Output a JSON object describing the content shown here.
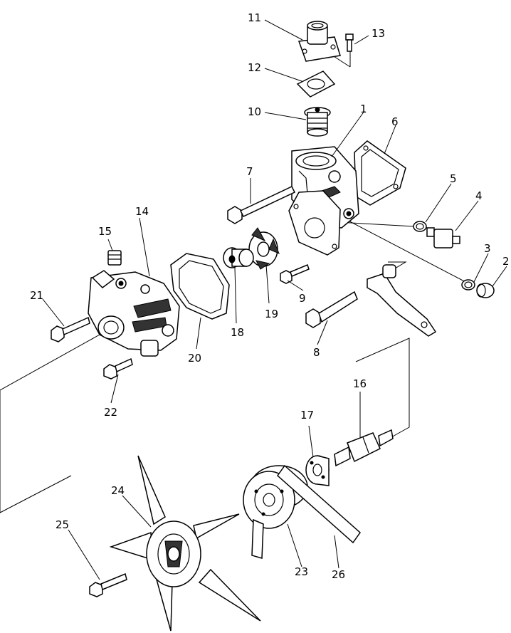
{
  "callouts": [
    "1",
    "2",
    "3",
    "4",
    "5",
    "6",
    "7",
    "8",
    "9",
    "10",
    "11",
    "12",
    "13",
    "14",
    "15",
    "16",
    "17",
    "18",
    "19",
    "20",
    "21",
    "22",
    "23",
    "24",
    "25",
    "26"
  ]
}
